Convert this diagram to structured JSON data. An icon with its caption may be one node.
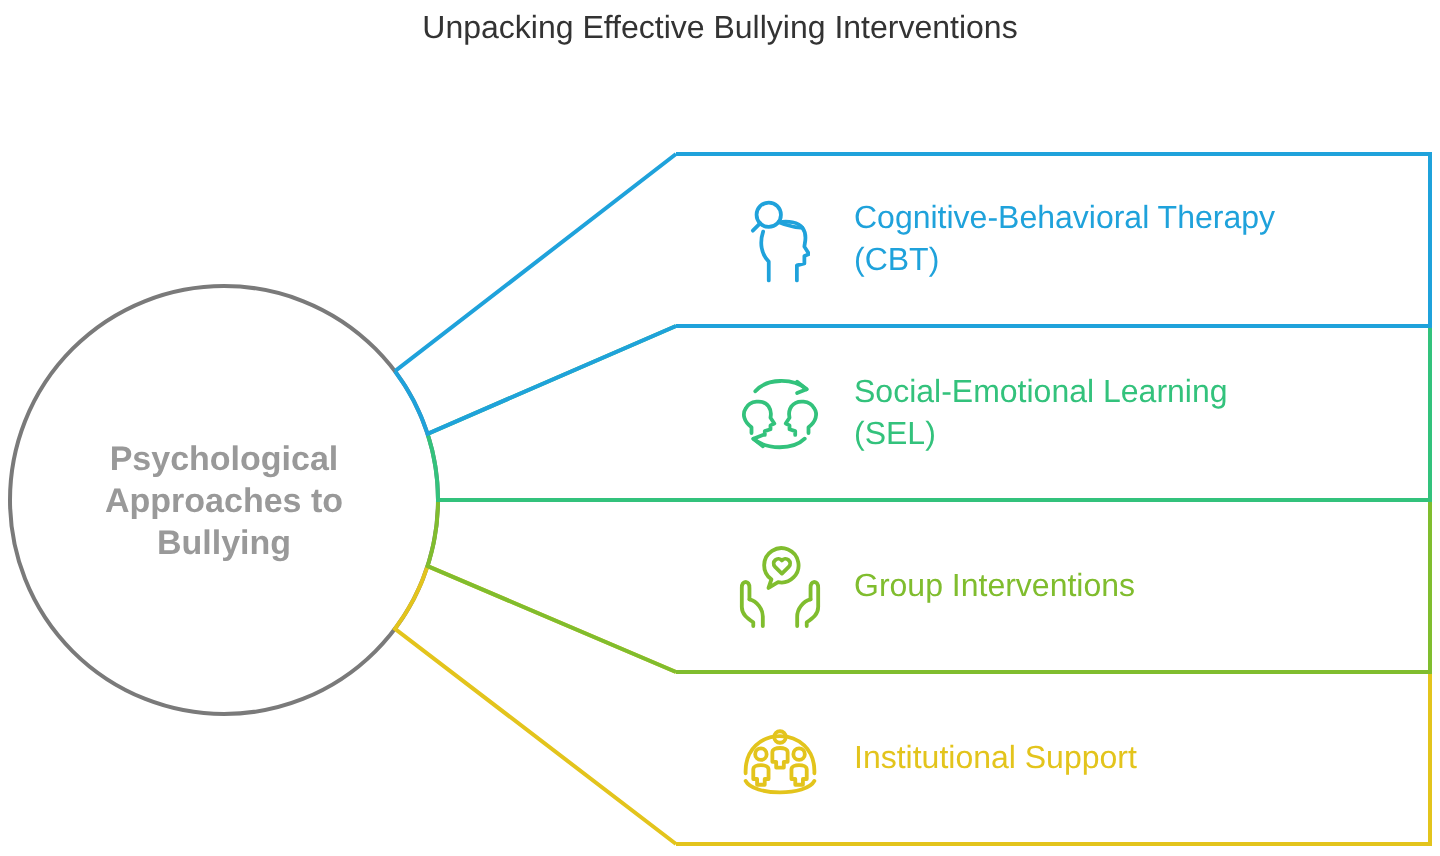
{
  "diagram": {
    "title": "Unpacking Effective Bullying Interventions",
    "nodes": [
      {
        "text": [
          "Psychological Approaches to Bullying"
        ]
      },
      {
        "text": [
          "Cognitive-Behavioral Therapy (CBT)"
        ]
      },
      {
        "text": [
          "Social-Emotional Learning (SEL)"
        ]
      },
      {
        "text": [
          "Group Interventions"
        ]
      },
      {
        "text": [
          "Institutional Support"
        ]
      }
    ],
    "edges": [
      {
        "from": 0,
        "to": 1,
        "arrow": "none",
        "color": "#1fa2db"
      },
      {
        "from": 0,
        "to": 2,
        "arrow": "none",
        "color": "#33c27c"
      },
      {
        "from": 0,
        "to": 3,
        "arrow": "none",
        "color": "#80bd2e"
      },
      {
        "from": 0,
        "to": 4,
        "arrow": "none",
        "color": "#e3c41c"
      }
    ]
  }
}
